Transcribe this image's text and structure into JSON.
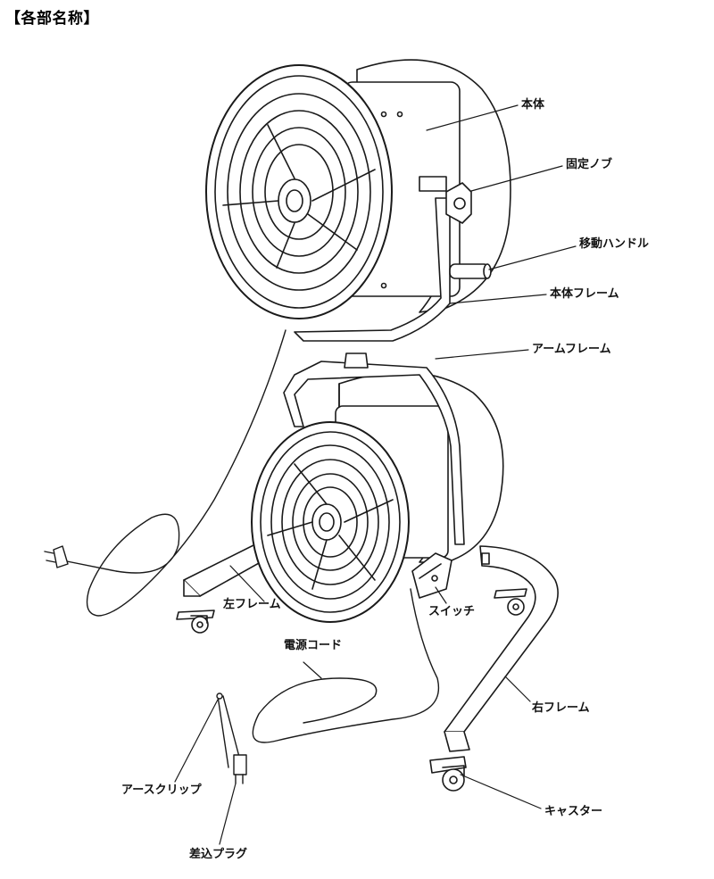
{
  "title": "【各部名称】",
  "labels": {
    "body": "本体",
    "fixing_knob": "固定ノブ",
    "carry_handle": "移動ハンドル",
    "body_frame": "本体フレーム",
    "arm_frame": "アームフレーム",
    "left_frame": "左フレーム",
    "switch": "スイッチ",
    "power_cord": "電源コード",
    "right_frame": "右フレーム",
    "earth_clip": "アースクリップ",
    "caster": "キャスター",
    "plug": "差込プラグ"
  },
  "colors": {
    "line": "#1a1a1a",
    "fill": "#ffffff"
  }
}
